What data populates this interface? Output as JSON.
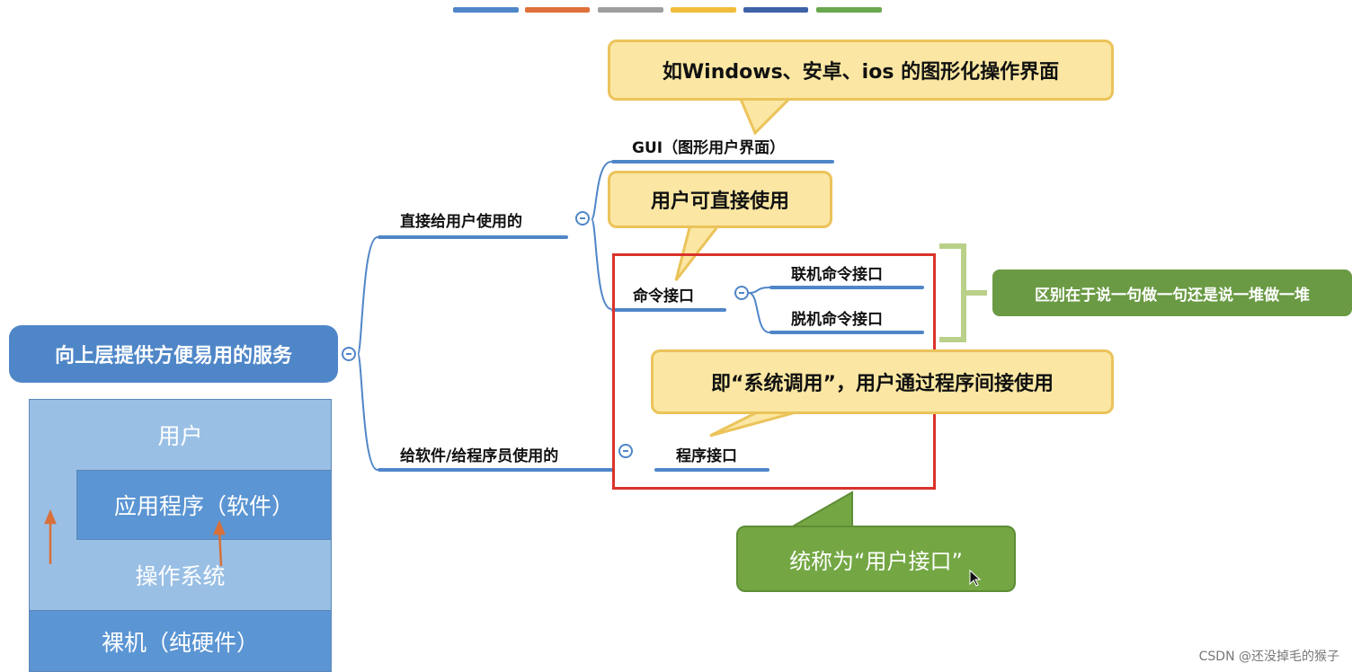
{
  "palette": [
    "#4f86c8",
    "#e0703a",
    "#9e9e9e",
    "#f2bc3c",
    "#3f62a8",
    "#6aa84f"
  ],
  "root": {
    "label": "向上层提供方便易用的服务"
  },
  "branches": {
    "direct": {
      "label": "直接给用户使用的"
    },
    "gui": {
      "label": "GUI（图形用户界面）"
    },
    "cmd": {
      "label": "命令接口"
    },
    "online": {
      "label": "联机命令接口"
    },
    "offline": {
      "label": "脱机命令接口"
    },
    "dev": {
      "label": "给软件/给程序员使用的"
    },
    "prog": {
      "label": "程序接口"
    }
  },
  "callouts": {
    "gui_note": "如Windows、安卓、ios 的图形化操作界面",
    "direct_note": "用户可直接使用",
    "syscall_note": "即“系统调用”，用户通过程序间接使用",
    "bracket_note": "区别在于说一句做一句还是说一堆做一堆",
    "summary_note": "统称为“用户接口”"
  },
  "layers": {
    "user": "用户",
    "app": "应用程序（软件）",
    "os": "操作系统",
    "hw": "裸机（纯硬件）"
  },
  "watermark": "CSDN @还没掉毛的猴子"
}
